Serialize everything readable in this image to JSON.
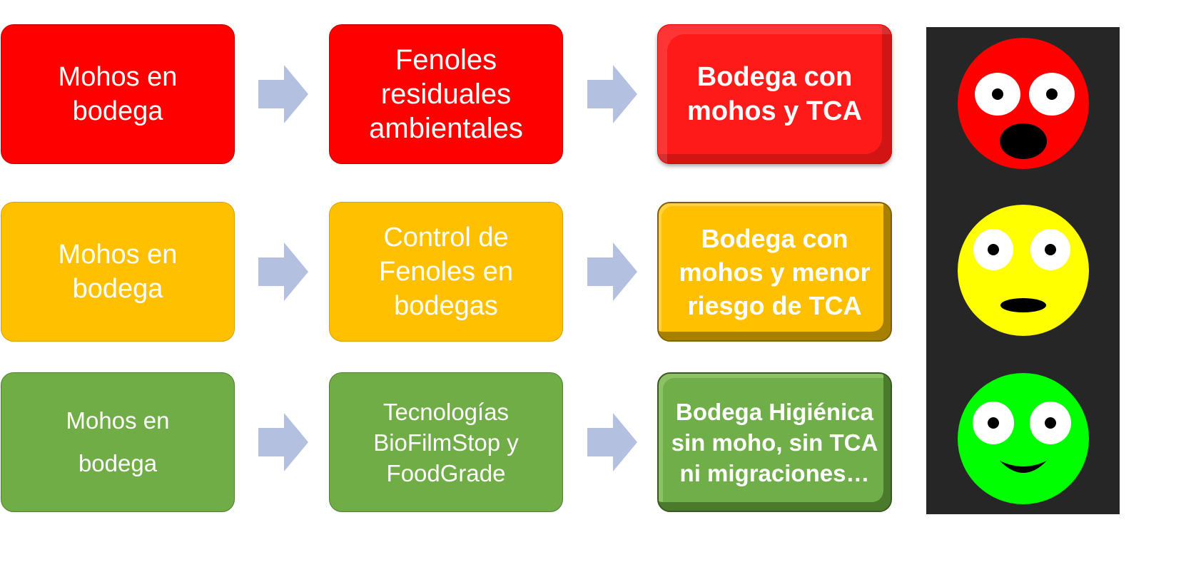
{
  "rows": [
    {
      "level": "red",
      "cause": "Mohos en\nbodega",
      "process": "Fenoles\nresiduales\nambientales",
      "outcome": "Bodega con\nmohos y TCA"
    },
    {
      "level": "yellow",
      "cause": "Mohos en\nbodega",
      "process": "Control de\nFenoles en\nbodegas",
      "outcome": "Bodega con\nmohos y menor\nriesgo de TCA"
    },
    {
      "level": "green",
      "cause": "Mohos en\nbodega",
      "process": "Tecnologías\nBioFilmStop y\nFoodGrade",
      "outcome": "Bodega Higiénica\nsin moho, sin TCA\nni migraciones…"
    }
  ],
  "colors": {
    "red": "#ff0000",
    "yellow": "#ffc000",
    "green": "#70ad47",
    "arrow": "#b4c0e0",
    "panel": "#262626",
    "face_red": "#ff0000",
    "face_yellow": "#ffff00",
    "face_green": "#00ff00"
  },
  "faces": [
    {
      "color": "face_red",
      "mood": "shocked",
      "icon": "shocked-face-icon"
    },
    {
      "color": "face_yellow",
      "mood": "neutral",
      "icon": "neutral-face-icon"
    },
    {
      "color": "face_green",
      "mood": "happy",
      "icon": "happy-face-icon"
    }
  ]
}
